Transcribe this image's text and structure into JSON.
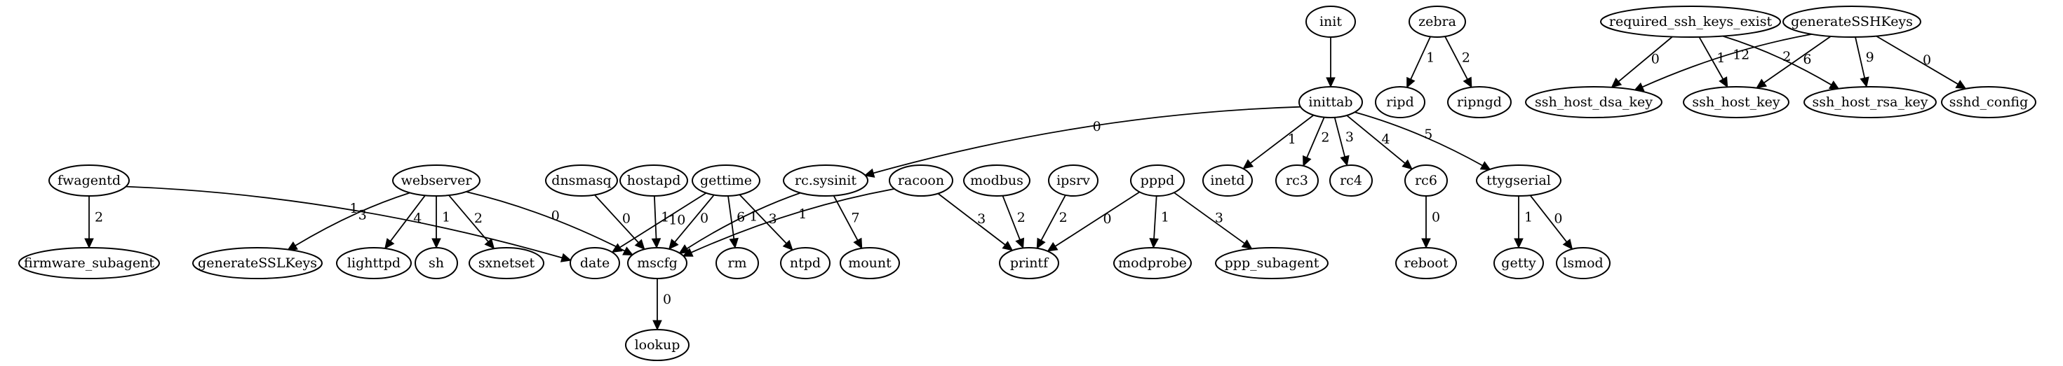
{
  "graph": {
    "nodes": [
      {
        "id": "init",
        "label": "init"
      },
      {
        "id": "zebra",
        "label": "zebra"
      },
      {
        "id": "required_ssh_keys_exist",
        "label": "required_ssh_keys_exist"
      },
      {
        "id": "generateSSHKeys",
        "label": "generateSSHKeys"
      },
      {
        "id": "inittab",
        "label": "inittab"
      },
      {
        "id": "ripd",
        "label": "ripd"
      },
      {
        "id": "ripngd",
        "label": "ripngd"
      },
      {
        "id": "ssh_host_dsa_key",
        "label": "ssh_host_dsa_key"
      },
      {
        "id": "ssh_host_key",
        "label": "ssh_host_key"
      },
      {
        "id": "ssh_host_rsa_key",
        "label": "ssh_host_rsa_key"
      },
      {
        "id": "sshd_config",
        "label": "sshd_config"
      },
      {
        "id": "fwagentd",
        "label": "fwagentd"
      },
      {
        "id": "webserver",
        "label": "webserver"
      },
      {
        "id": "dnsmasq",
        "label": "dnsmasq"
      },
      {
        "id": "hostapd",
        "label": "hostapd"
      },
      {
        "id": "gettime",
        "label": "gettime"
      },
      {
        "id": "rc.sysinit",
        "label": "rc.sysinit"
      },
      {
        "id": "racoon",
        "label": "racoon"
      },
      {
        "id": "modbus",
        "label": "modbus"
      },
      {
        "id": "ipsrv",
        "label": "ipsrv"
      },
      {
        "id": "pppd",
        "label": "pppd"
      },
      {
        "id": "inetd",
        "label": "inetd"
      },
      {
        "id": "rc3",
        "label": "rc3"
      },
      {
        "id": "rc4",
        "label": "rc4"
      },
      {
        "id": "rc6",
        "label": "rc6"
      },
      {
        "id": "ttygserial",
        "label": "ttygserial"
      },
      {
        "id": "firmware_subagent",
        "label": "firmware_subagent"
      },
      {
        "id": "generateSSLKeys",
        "label": "generateSSLKeys"
      },
      {
        "id": "lighttpd",
        "label": "lighttpd"
      },
      {
        "id": "sh",
        "label": "sh"
      },
      {
        "id": "sxnetset",
        "label": "sxnetset"
      },
      {
        "id": "date",
        "label": "date"
      },
      {
        "id": "mscfg",
        "label": "mscfg"
      },
      {
        "id": "rm",
        "label": "rm"
      },
      {
        "id": "ntpd",
        "label": "ntpd"
      },
      {
        "id": "mount",
        "label": "mount"
      },
      {
        "id": "printf",
        "label": "printf"
      },
      {
        "id": "modprobe",
        "label": "modprobe"
      },
      {
        "id": "ppp_subagent",
        "label": "ppp_subagent"
      },
      {
        "id": "reboot",
        "label": "reboot"
      },
      {
        "id": "getty",
        "label": "getty"
      },
      {
        "id": "lsmod",
        "label": "lsmod"
      },
      {
        "id": "lookup",
        "label": "lookup"
      }
    ],
    "edges": [
      {
        "from": "init",
        "to": "inittab",
        "label": ""
      },
      {
        "from": "zebra",
        "to": "ripd",
        "label": "1"
      },
      {
        "from": "zebra",
        "to": "ripngd",
        "label": "2"
      },
      {
        "from": "required_ssh_keys_exist",
        "to": "ssh_host_dsa_key",
        "label": "0"
      },
      {
        "from": "required_ssh_keys_exist",
        "to": "ssh_host_key",
        "label": "1"
      },
      {
        "from": "required_ssh_keys_exist",
        "to": "ssh_host_rsa_key",
        "label": "2"
      },
      {
        "from": "generateSSHKeys",
        "to": "ssh_host_dsa_key",
        "label": "12"
      },
      {
        "from": "generateSSHKeys",
        "to": "ssh_host_key",
        "label": "6"
      },
      {
        "from": "generateSSHKeys",
        "to": "ssh_host_rsa_key",
        "label": "9"
      },
      {
        "from": "generateSSHKeys",
        "to": "sshd_config",
        "label": "0"
      },
      {
        "from": "inittab",
        "to": "rc.sysinit",
        "label": "0"
      },
      {
        "from": "inittab",
        "to": "inetd",
        "label": "1"
      },
      {
        "from": "inittab",
        "to": "rc3",
        "label": "2"
      },
      {
        "from": "inittab",
        "to": "rc4",
        "label": "3"
      },
      {
        "from": "inittab",
        "to": "rc6",
        "label": "4"
      },
      {
        "from": "inittab",
        "to": "ttygserial",
        "label": "5"
      },
      {
        "from": "fwagentd",
        "to": "firmware_subagent",
        "label": "2"
      },
      {
        "from": "fwagentd",
        "to": "date",
        "label": "1"
      },
      {
        "from": "webserver",
        "to": "generateSSLKeys",
        "label": "3"
      },
      {
        "from": "webserver",
        "to": "lighttpd",
        "label": "4"
      },
      {
        "from": "webserver",
        "to": "sh",
        "label": "1"
      },
      {
        "from": "webserver",
        "to": "sxnetset",
        "label": "2"
      },
      {
        "from": "webserver",
        "to": "mscfg",
        "label": "0"
      },
      {
        "from": "dnsmasq",
        "to": "mscfg",
        "label": "0"
      },
      {
        "from": "hostapd",
        "to": "mscfg",
        "label": "1"
      },
      {
        "from": "gettime",
        "to": "date",
        "label": "10"
      },
      {
        "from": "gettime",
        "to": "mscfg",
        "label": "0"
      },
      {
        "from": "gettime",
        "to": "rm",
        "label": "6"
      },
      {
        "from": "gettime",
        "to": "ntpd",
        "label": "3"
      },
      {
        "from": "rc.sysinit",
        "to": "mscfg",
        "label": "1"
      },
      {
        "from": "rc.sysinit",
        "to": "mount",
        "label": "7"
      },
      {
        "from": "racoon",
        "to": "mscfg",
        "label": "1"
      },
      {
        "from": "racoon",
        "to": "printf",
        "label": "3"
      },
      {
        "from": "modbus",
        "to": "printf",
        "label": "2"
      },
      {
        "from": "ipsrv",
        "to": "printf",
        "label": "2"
      },
      {
        "from": "pppd",
        "to": "printf",
        "label": "0"
      },
      {
        "from": "pppd",
        "to": "modprobe",
        "label": "1"
      },
      {
        "from": "pppd",
        "to": "ppp_subagent",
        "label": "3"
      },
      {
        "from": "rc6",
        "to": "reboot",
        "label": "0"
      },
      {
        "from": "ttygserial",
        "to": "getty",
        "label": "1"
      },
      {
        "from": "ttygserial",
        "to": "lsmod",
        "label": "0"
      },
      {
        "from": "mscfg",
        "to": "lookup",
        "label": "0"
      }
    ]
  }
}
